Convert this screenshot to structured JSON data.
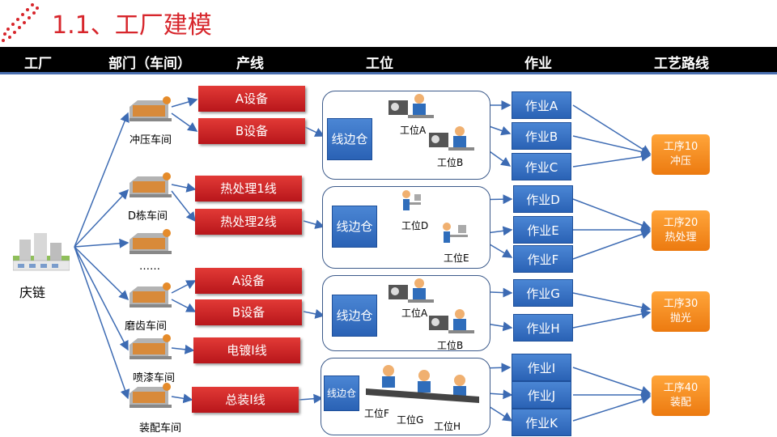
{
  "title": "1.1、工厂建模",
  "headers": [
    "工厂",
    "部门（车间）",
    "产线",
    "工位",
    "作业",
    "工艺路线"
  ],
  "factory": {
    "name": "庆链"
  },
  "workshops": [
    "冲压车间",
    "D栋车间",
    "……",
    "磨齿车间",
    "喷漆车间",
    "装配车间"
  ],
  "lines": [
    "A设备",
    "B设备",
    "热处理1线",
    "热处理2线",
    "A设备",
    "B设备",
    "电镀Ⅰ线",
    "总装Ⅰ线"
  ],
  "warehouse": "线边仓",
  "warehouse_small": "线边仓",
  "stations": {
    "g1": [
      "工位A",
      "工位B"
    ],
    "g2": [
      "工位D",
      "工位E"
    ],
    "g3": [
      "工位A",
      "工位B"
    ],
    "g4": [
      "工位F",
      "工位G",
      "工位H"
    ]
  },
  "jobs": [
    "作业A",
    "作业B",
    "作业C",
    "作业D",
    "作业E",
    "作业F",
    "作业G",
    "作业H",
    "作业I",
    "作业J",
    "作业K"
  ],
  "processes": [
    {
      "code": "工序10",
      "name": "冲压"
    },
    {
      "code": "工序20",
      "name": "热处理"
    },
    {
      "code": "工序30",
      "name": "抛光"
    },
    {
      "code": "工序40",
      "name": "装配"
    }
  ],
  "colors": {
    "title": "#d7262c",
    "header": "#000000",
    "line_box": "#c0181d",
    "job_box": "#2a62b5",
    "process_box": "#f08a1d",
    "connector": "#3d6bb3"
  }
}
